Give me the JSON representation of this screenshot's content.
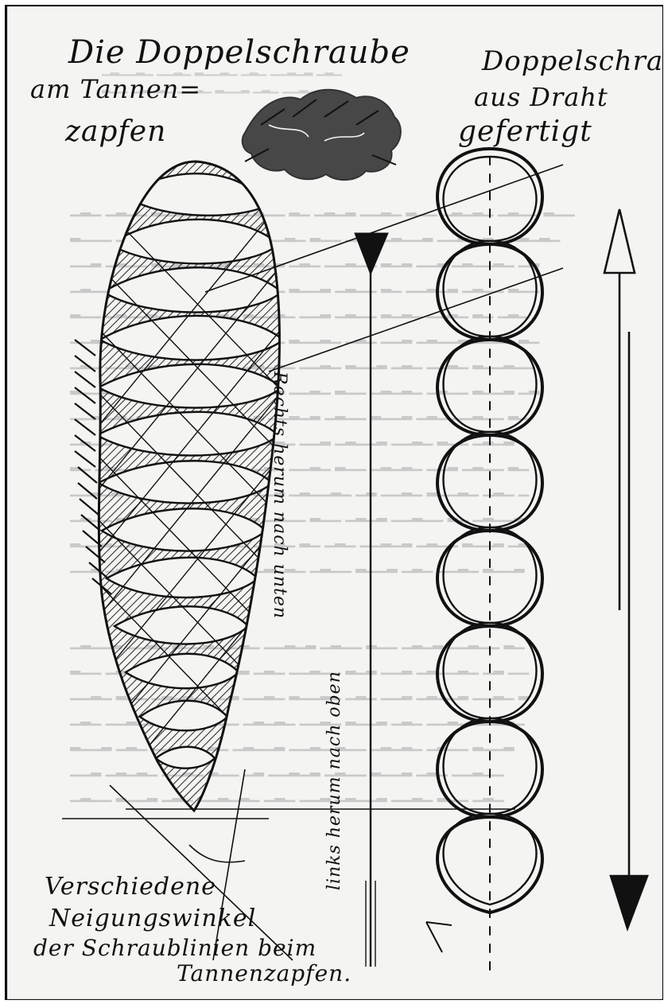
{
  "handwriting": {
    "top_left_line1": "Die Doppelschraube",
    "top_left_line2": "am Tannen=",
    "top_left_line3": "zapfen",
    "top_right_line1": "Doppelschraube",
    "top_right_line2": "aus Draht",
    "top_right_line3": "gefertigt",
    "rechts_label": "Rechts herum nach unten",
    "links_label": "links herum nach oben",
    "bottom_line1": "Verschiedene",
    "bottom_line2": "Neigungswinkel",
    "bottom_line3": "der Schraublinien beim",
    "bottom_line4": "Tannenzapfen."
  },
  "colors": {
    "ink": "#111111",
    "paper": "#f4f4f2",
    "faded_text": "#c9c9c9"
  }
}
